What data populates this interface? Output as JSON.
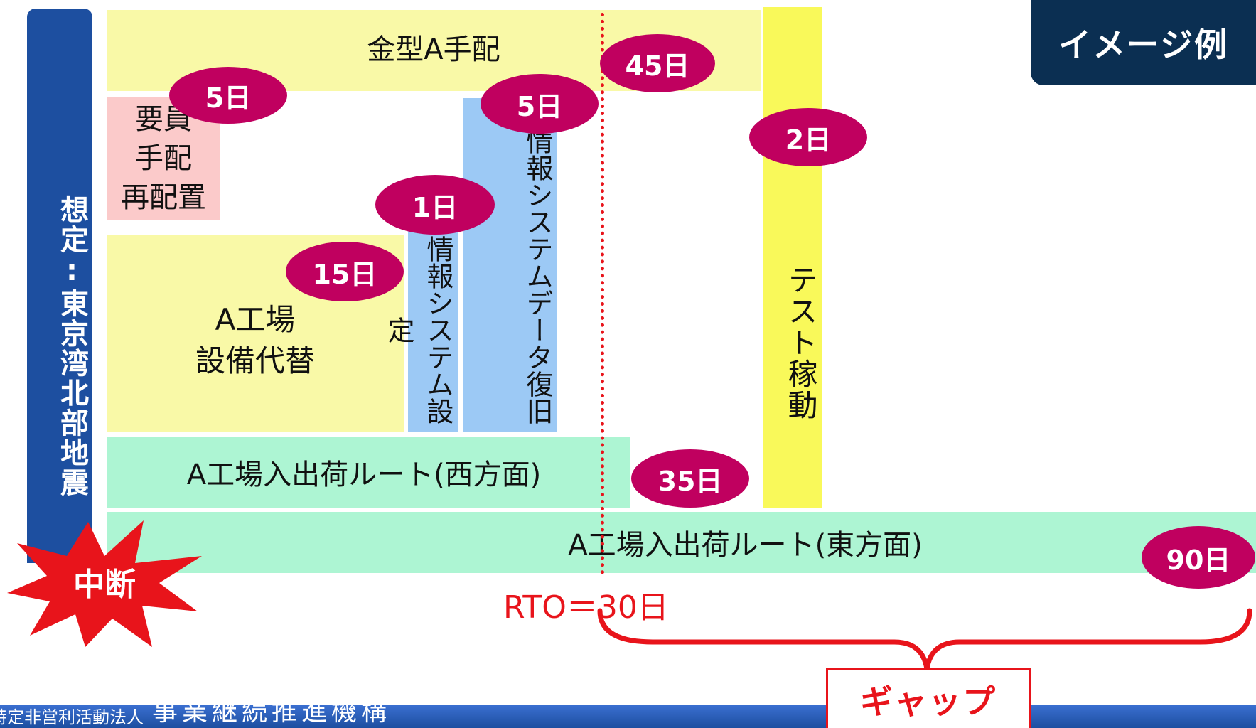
{
  "scenario": "想定:東京湾北部地震",
  "image_label": "イメージ例",
  "interruption": "中断",
  "tasks": {
    "mold": {
      "label": "金型A手配",
      "duration": "45日"
    },
    "staff": {
      "label_lines": [
        "要員",
        "手配",
        "再配置"
      ],
      "duration": "5日"
    },
    "equipment": {
      "label_lines": [
        "A工場",
        "設備代替"
      ],
      "duration": "15日"
    },
    "system_setup": {
      "label": "情報システム設定",
      "duration": "1日"
    },
    "data_restore": {
      "label": "情報システムデータ復旧",
      "duration": "5日"
    },
    "test_run": {
      "label": "テスト稼動",
      "duration": "2日"
    },
    "route_west": {
      "label": "A工場入出荷ルート(西方面)",
      "duration": "35日"
    },
    "route_east": {
      "label": "A工場入出荷ルート(東方面)",
      "duration": "90日"
    }
  },
  "rto": "RTO＝30日",
  "gap": "ギャップ",
  "footer": {
    "org_prefix": "特定非営利活動法人",
    "org_name": "事業継続推進機構"
  },
  "colors": {
    "scenario_bar": "#1d4fa0",
    "yellow": "#f9f9a7",
    "pink": "#fbcaca",
    "blue": "#9cc9f5",
    "green": "#adf5d3",
    "test_yellow": "#f9f95a",
    "badge": "#c0005f",
    "rto_red": "#e8141b",
    "dark_label": "#0b2f52"
  }
}
